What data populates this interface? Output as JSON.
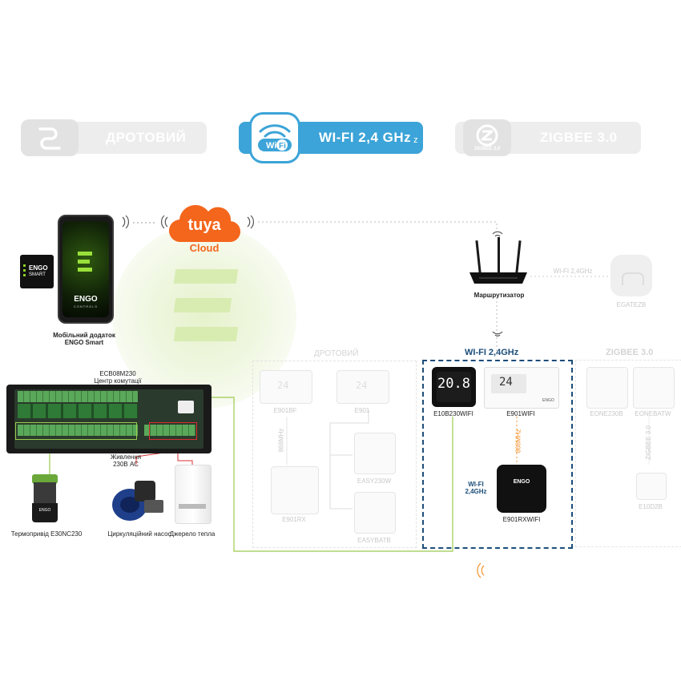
{
  "tabs": [
    {
      "label": "ДРОТОВИЙ",
      "icon": "wired-icon",
      "active": false
    },
    {
      "label": "WI-FI 2,4 GHz",
      "icon": "wifi-icon",
      "active": true
    },
    {
      "label": "ZIGBEE 3.0",
      "icon": "zigbee-icon",
      "active": false
    }
  ],
  "wifi_icon_text": "Wi Fi",
  "zigbee_icon_text": "ZIGBEE 3.0",
  "wifi_tab_suffix": "z",
  "phone": {
    "brand": "ENGO",
    "sub": "CONTROLS",
    "label_line1": "Мобільний додаток",
    "label_line2": "ENGO Smart"
  },
  "app_card": {
    "line1": "ENGO",
    "line2": "SMART"
  },
  "cloud": {
    "brand": "tuya",
    "label": "Cloud"
  },
  "router": {
    "label": "Маршрутизатор",
    "link": "WI-FI 2,4GHz"
  },
  "gateway": {
    "label": "EGATEZB"
  },
  "controller": {
    "model": "ECB08M230",
    "desc": "Центр комутації",
    "power_line1": "Живлення",
    "power_line2": "230В АС"
  },
  "accessories": [
    {
      "label": "Термопривід E30NC230",
      "icon": "actuator-icon",
      "brand": "ENGO"
    },
    {
      "label": "Циркуляційний насос",
      "icon": "pump-icon"
    },
    {
      "label": "Джерело тепла",
      "icon": "boiler-icon"
    }
  ],
  "sections": {
    "wired": "ДРОТОВИЙ",
    "wifi": "WI-FI 2,4GHz",
    "zigbee": "ZIGBEE 3.0"
  },
  "wired_devices": [
    {
      "label": "E901BF",
      "screen": "24"
    },
    {
      "label": "E901",
      "screen": "24"
    },
    {
      "label": "EASY230W"
    },
    {
      "label": "E901RX"
    },
    {
      "label": "EASYBATB"
    }
  ],
  "wired_link_label": "868MHz",
  "wifi_devices": [
    {
      "label": "E10B230WIFI",
      "screen": "20.8"
    },
    {
      "label": "E901WIFI",
      "screen": "24",
      "brand": "ENGO"
    },
    {
      "label": "E901RXWIFI",
      "brand": "ENGO"
    }
  ],
  "wifi_link_label": "868MHz",
  "receiver_wifi_label": {
    "line1": "WI-FI",
    "line2": "2,4GHz"
  },
  "zigbee_devices": [
    {
      "label": "EONE230B"
    },
    {
      "label": "EONEBATW"
    },
    {
      "label": "E10D2B"
    }
  ],
  "zigbee_link_label": "ZIGBEE 3.0",
  "colors": {
    "accent_blue": "#3ca4d8",
    "section_blue": "#1c4e7a",
    "green_line": "#9ccb4c",
    "orange": "#f5902a",
    "red_line": "#d83030",
    "inactive_tab": "#ededed"
  }
}
